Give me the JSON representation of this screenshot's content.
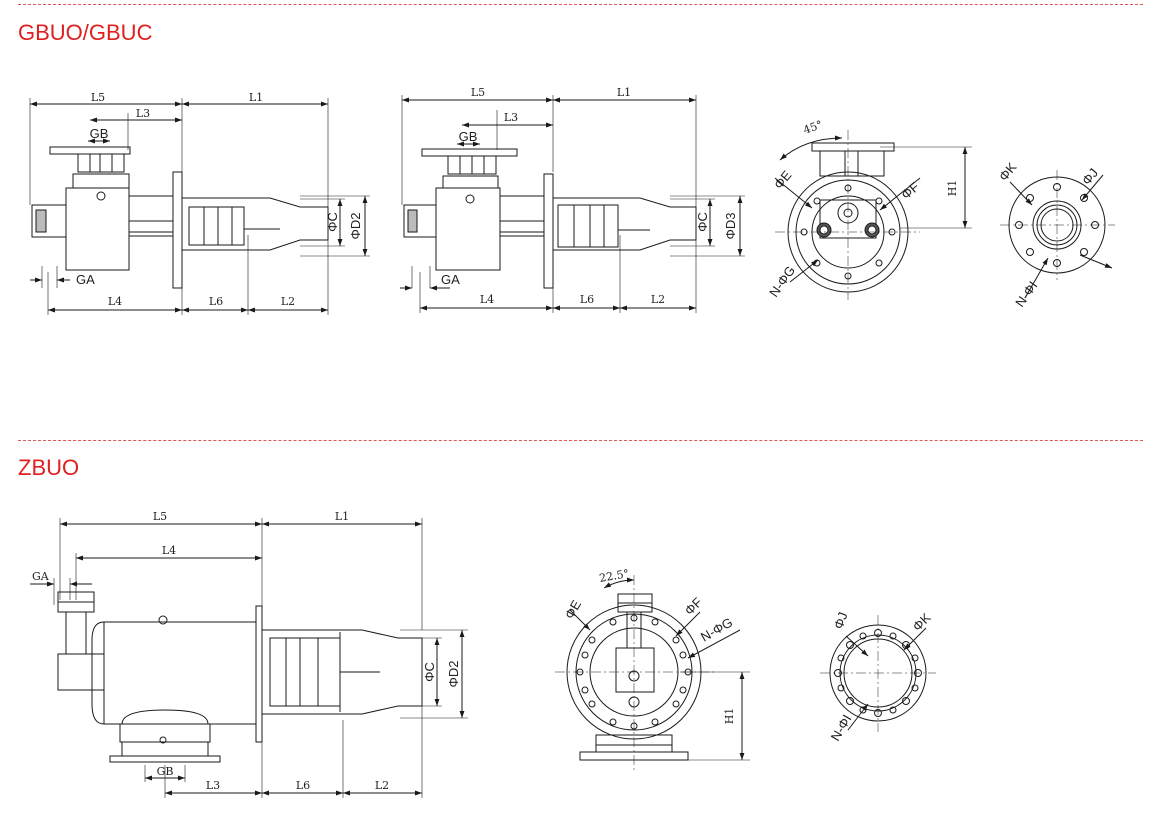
{
  "theme": {
    "title_color": "#e02020",
    "divider_color": "#e05656",
    "line_color": "#1a1a1a"
  },
  "sections": [
    {
      "title": "GBUO/GBUC",
      "side_view_a": {
        "dims": {
          "l5": "L5",
          "l1": "L1",
          "l3": "L3",
          "gb": "GB",
          "ga": "GA",
          "l4": "L4",
          "l6": "L6",
          "l2": "L2",
          "phi_c": "ΦC",
          "phi_d": "ΦD2"
        }
      },
      "side_view_b": {
        "dims": {
          "l5": "L5",
          "l1": "L1",
          "l3": "L3",
          "gb": "GB",
          "ga": "GA",
          "l4": "L4",
          "l6": "L6",
          "l2": "L2",
          "phi_c": "ΦC",
          "phi_d": "ΦD3"
        }
      },
      "front_view": {
        "angle": "45°",
        "phi_e": "ΦE",
        "phi_f": "ΦF",
        "n_phi_g": "N-ΦG",
        "h1": "H1"
      },
      "flange_view": {
        "phi_k": "ΦK",
        "phi_j": "ΦJ",
        "n_phi_i": "N-ΦI"
      }
    },
    {
      "title": "ZBUO",
      "side_view": {
        "dims": {
          "l5": "L5",
          "l1": "L1",
          "l4": "L4",
          "ga": "GA",
          "gb": "GB",
          "l3": "L3",
          "l6": "L6",
          "l2": "L2",
          "phi_c": "ΦC",
          "phi_d": "ΦD2"
        }
      },
      "front_view": {
        "angle": "22.5°",
        "phi_e": "ΦE",
        "phi_f": "ΦF",
        "n_phi_g": "N-ΦG",
        "h1": "H1"
      },
      "flange_view": {
        "phi_j": "ΦJ",
        "phi_k": "ΦK",
        "n_phi_i": "N-ΦI"
      }
    }
  ]
}
